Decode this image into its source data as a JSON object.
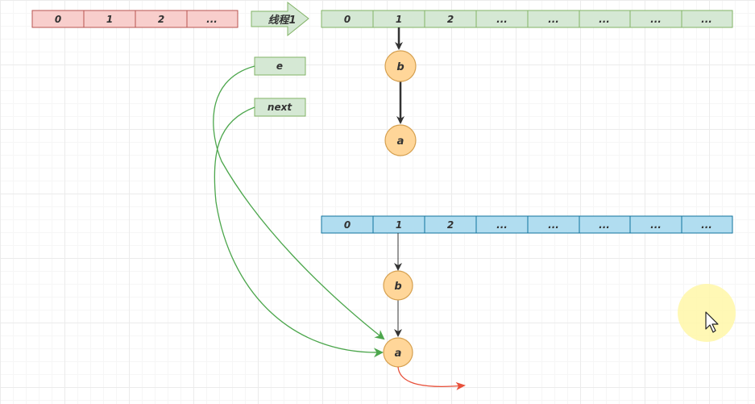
{
  "colors": {
    "pink_fill": "#f8cecc",
    "pink_stroke": "#b85450",
    "green_fill": "#d5e8d4",
    "green_stroke": "#82b366",
    "blue_fill": "#b1ddf0",
    "blue_stroke": "#10739e",
    "node_fill": "#ffd699",
    "node_stroke": "#d6a04f",
    "green_curve": "#4ca64c",
    "red_arrow": "#e8503a",
    "black_arrow": "#333333",
    "cursor_highlight": "#fff7a8"
  },
  "old_table": {
    "cells": [
      "0",
      "1",
      "2",
      "..."
    ]
  },
  "thread_arrow": {
    "label": "线程1"
  },
  "thread_table": {
    "cells": [
      "0",
      "1",
      "2",
      "...",
      "...",
      "...",
      "...",
      "..."
    ],
    "chain": [
      "b",
      "a"
    ]
  },
  "pointers": {
    "e_label": "e",
    "next_label": "next"
  },
  "new_table": {
    "cells": [
      "0",
      "1",
      "2",
      "...",
      "...",
      "...",
      "...",
      "..."
    ],
    "chain": [
      "b",
      "a"
    ]
  }
}
